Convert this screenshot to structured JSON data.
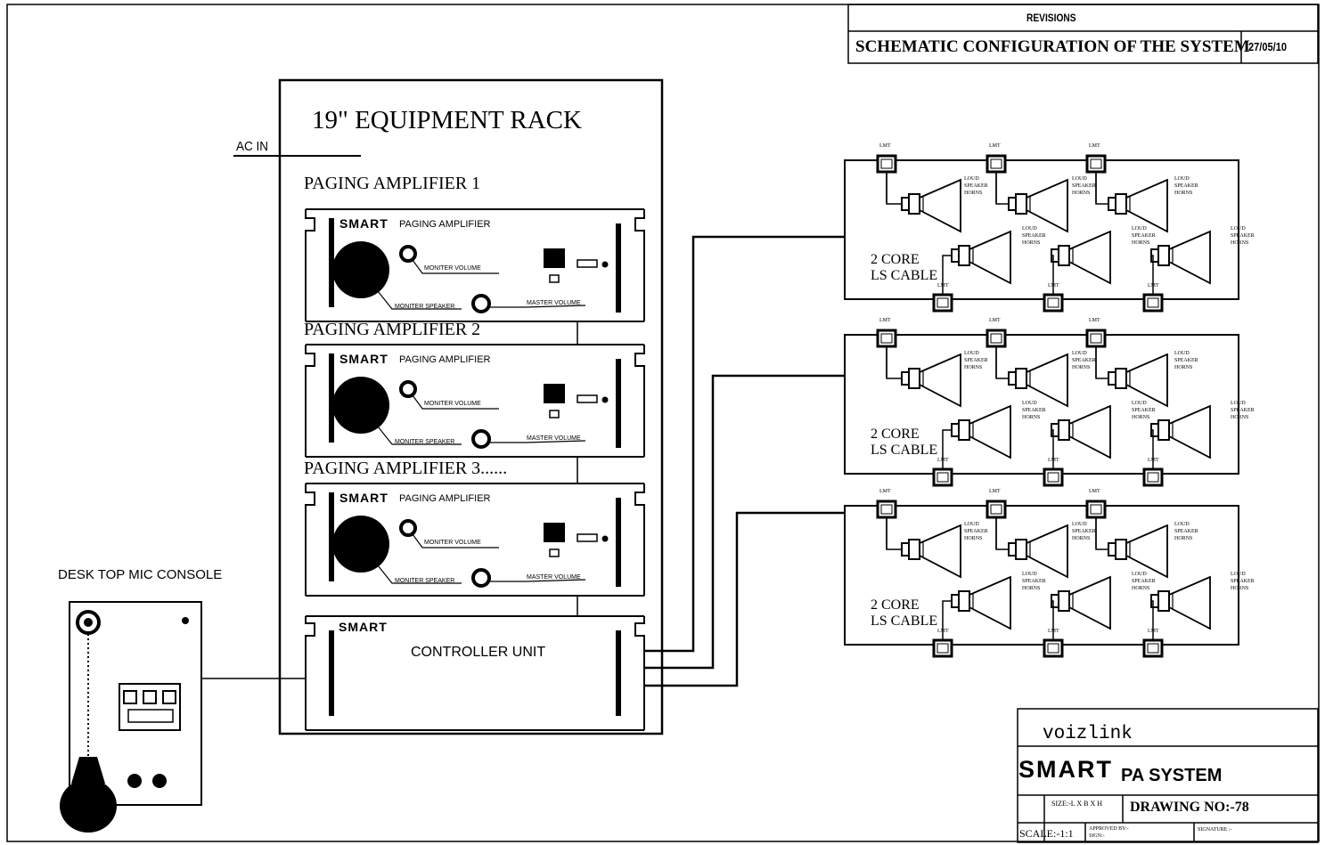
{
  "revisions": {
    "header": "REVISIONS",
    "title": "SCHEMATIC CONFIGURATION OF THE SYSTEM",
    "date": "27/05/10"
  },
  "rack": {
    "title": "19\" EQUIPMENT RACK",
    "ac_in": "AC IN",
    "amplifiers": [
      {
        "caption": "PAGING AMPLIFIER 1",
        "brand": "SMART",
        "model": "PAGING AMPLIFIER",
        "monitor_volume": "MONITER VOLUME",
        "monitor_speaker": "MONITER SPEAKER",
        "master_volume": "MASTER VOLUME"
      },
      {
        "caption": "PAGING AMPLIFIER 2",
        "brand": "SMART",
        "model": "PAGING AMPLIFIER",
        "monitor_volume": "MONITER VOLUME",
        "monitor_speaker": "MONITER SPEAKER",
        "master_volume": "MASTER VOLUME"
      },
      {
        "caption": "PAGING AMPLIFIER 3......",
        "brand": "SMART",
        "model": "PAGING AMPLIFIER",
        "monitor_volume": "MONITER VOLUME",
        "monitor_speaker": "MONITER SPEAKER",
        "master_volume": "MASTER VOLUME"
      }
    ],
    "controller": {
      "brand": "SMART",
      "label": "CONTROLLER UNIT"
    }
  },
  "mic_console": {
    "label": "DESK TOP MIC CONSOLE"
  },
  "speaker_zones": {
    "cable_line1": "2 CORE",
    "cable_line2": "LS CABLE",
    "lmt_label": "LMT",
    "speaker_label": [
      "LOUD",
      "SPEAKER",
      "HORNS"
    ],
    "zone_count": 3,
    "speakers_per_zone": 6
  },
  "title_block": {
    "company": "voizlink",
    "brand": "SMART",
    "product": "PA SYSTEM",
    "size_label": "SIZE:-L X B X H",
    "drawing_no": "DRAWING NO:-78",
    "scale": "SCALE:-1:1",
    "approved": "APPROVED BY:-",
    "sign": "SIGN:-",
    "signature": "SIGNATURE :-"
  }
}
